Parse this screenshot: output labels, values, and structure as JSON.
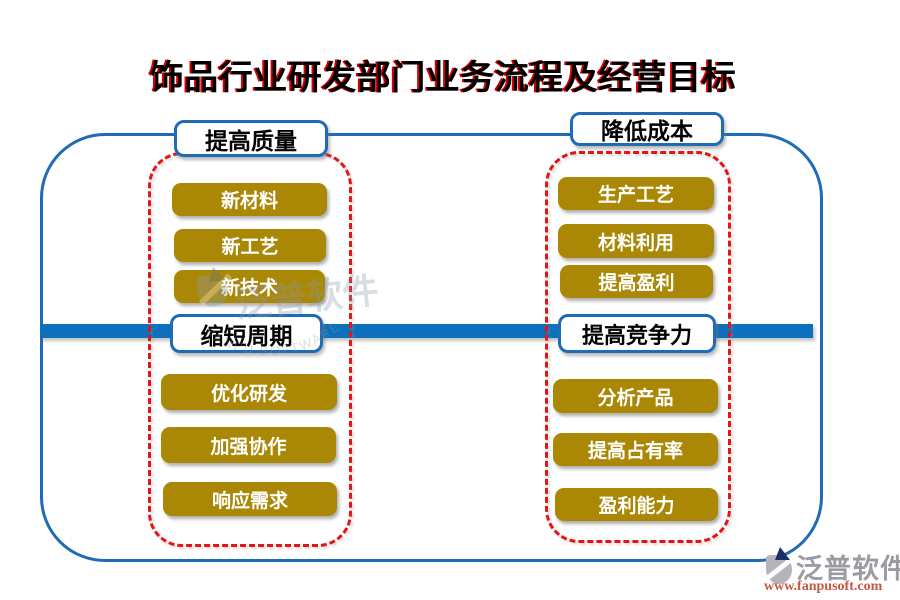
{
  "title": "饰品行业研发部门业务流程及经营目标",
  "colors": {
    "accent_blue": "#1e6cb5",
    "bar_blue": "#0d70bc",
    "dashed_red": "#e81313",
    "node_gold": "#aa8806",
    "title_red_shadow": "#da0000",
    "brand_gray": "#9b9ba3",
    "url_orange": "#c9573f"
  },
  "groups": [
    {
      "label": "提高质量",
      "items": [
        "新材料",
        "新工艺",
        "新技术"
      ]
    },
    {
      "label": "降低成本",
      "items": [
        "生产工艺",
        "材料利用",
        "提高盈利"
      ]
    },
    {
      "label": "缩短周期",
      "items": [
        "优化研发",
        "加强协作",
        "响应需求"
      ]
    },
    {
      "label": "提高竞争力",
      "items": [
        "分析产品",
        "提高占有率",
        "盈利能力"
      ]
    }
  ],
  "watermark": {
    "brand": "泛普软件",
    "arc": "FANPU SOFTWARE"
  },
  "footer": {
    "brand": "泛普软件",
    "url": "www.fanpusoft.com"
  }
}
